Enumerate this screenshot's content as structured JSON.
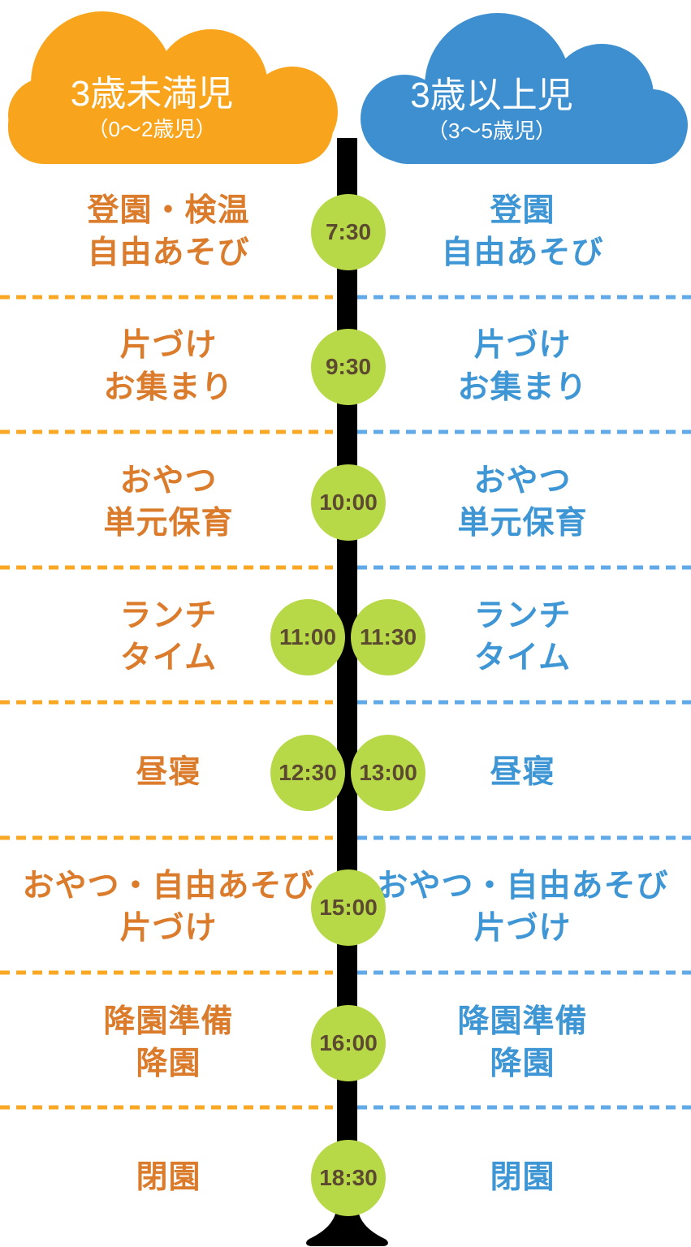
{
  "colors": {
    "cloud-orange": "#F8A51D",
    "cloud-blue": "#3D8FD0",
    "text-orange": "#DB7B2C",
    "text-blue": "#3F96D5",
    "dash-orange": "#F9A825",
    "dash-blue": "#62A9E7",
    "badge-green": "#B8D947",
    "badge-text": "#5B4A30",
    "timeline-black": "#000000"
  },
  "columns": {
    "left": {
      "title": "3歳未満児",
      "subtitle": "（0〜2歳児）"
    },
    "right": {
      "title": "3歳以上児",
      "subtitle": "（3〜5歳児）"
    }
  },
  "rows": [
    {
      "time": "7:30",
      "left": "登園・検温\n自由あそび",
      "right": "登園\n自由あそび"
    },
    {
      "time": "9:30",
      "left": "片づけ\nお集まり",
      "right": "片づけ\nお集まり"
    },
    {
      "time": "10:00",
      "left": "おやつ\n単元保育",
      "right": "おやつ\n単元保育"
    },
    {
      "time_left": "11:00",
      "time_right": "11:30",
      "left": "ランチ\nタイム",
      "right": "ランチ\nタイム"
    },
    {
      "time_left": "12:30",
      "time_right": "13:00",
      "left": "昼寝",
      "right": "昼寝"
    },
    {
      "time": "15:00",
      "left": "おやつ・自由あそび\n片づけ",
      "right": "おやつ・自由あそび\n片づけ"
    },
    {
      "time": "16:00",
      "left": "降園準備\n降園",
      "right": "降園準備\n降園"
    },
    {
      "time": "18:30",
      "left": "閉園",
      "right": "閉園"
    }
  ]
}
